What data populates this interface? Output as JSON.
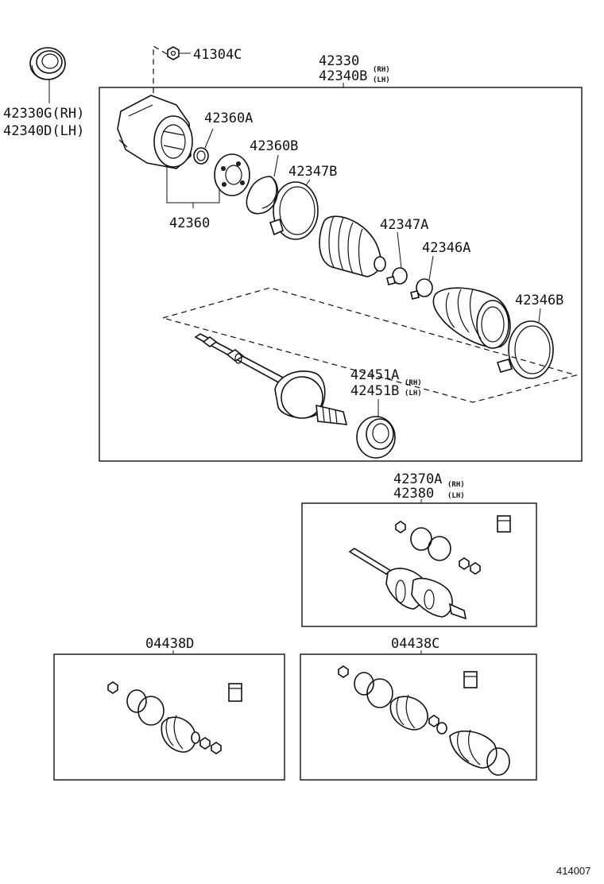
{
  "labels": {
    "p41304c": "41304C",
    "p42330": "42330",
    "p42340b": "42340B",
    "rh": "(RH)",
    "lh": "(LH)",
    "p42330g": "42330G(RH)",
    "p42340d": "42340D(LH)",
    "p42360a": "42360A",
    "p42360b": "42360B",
    "p42347b": "42347B",
    "p42347a": "42347A",
    "p42346a": "42346A",
    "p42346b": "42346B",
    "p42360": "42360",
    "p42451a": "42451A",
    "p42451b": "42451B",
    "p42370a": "42370A",
    "p42380": "42380",
    "p04438d": "04438D",
    "p04438c": "04438C"
  },
  "document_number": "414007"
}
